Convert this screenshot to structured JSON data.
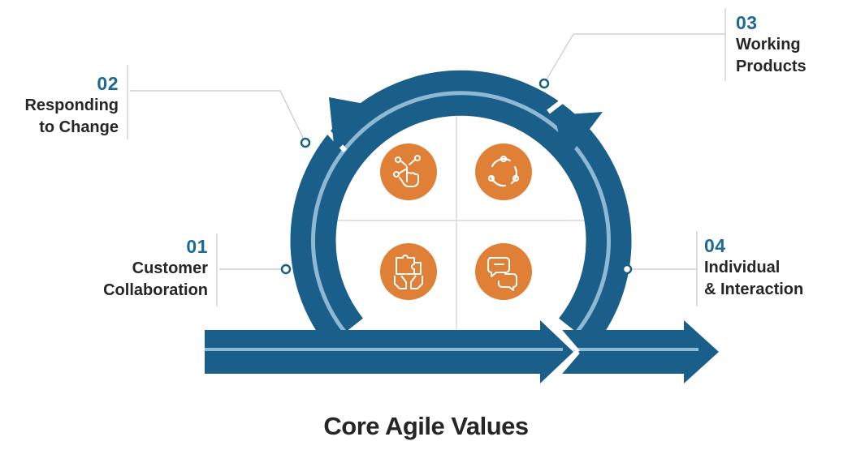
{
  "title": "Core Agile Values",
  "colors": {
    "arrow": "#1a5e8a",
    "arrow_line": "#8fb8d2",
    "icon_circle": "#e07f36",
    "leader": "#bfbfbf",
    "number": "#1d6a96"
  },
  "values": [
    {
      "number": "01",
      "line1": "Customer",
      "line2": "Collaboration",
      "icon": "puzzle-hands-icon"
    },
    {
      "number": "02",
      "line1": "Responding",
      "line2": "to Change",
      "icon": "hand-network-icon"
    },
    {
      "number": "03",
      "line1": "Working",
      "line2": "Products",
      "icon": "cycle-icon"
    },
    {
      "number": "04",
      "line1": "Individual",
      "line2": "& Interaction",
      "icon": "chat-bubbles-icon"
    }
  ]
}
